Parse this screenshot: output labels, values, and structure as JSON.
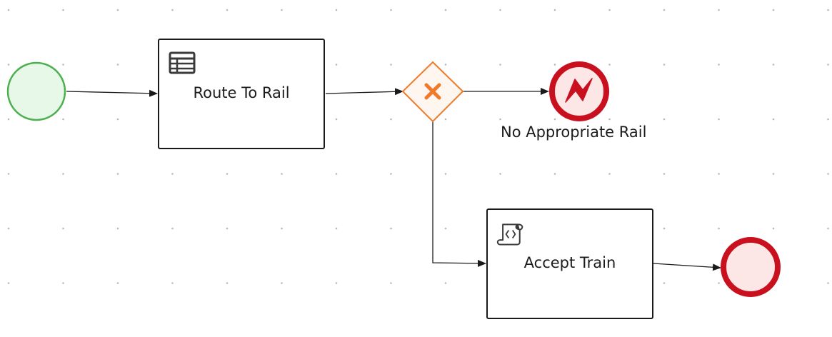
{
  "tasks": {
    "route": {
      "label": "Route To Rail",
      "icon": "decision-table-icon"
    },
    "accept": {
      "label": "Accept Train",
      "icon": "script-icon"
    }
  },
  "gateway": {
    "icon": "exclusive-gateway-x-icon"
  },
  "events": {
    "start": {
      "icon": "start-event-circle"
    },
    "error_end": {
      "label": "No Appropriate Rail",
      "icon": "error-lightning-icon"
    },
    "end": {
      "icon": "end-event-circle"
    }
  },
  "colors": {
    "start_fill": "#e8f8e8",
    "start_stroke": "#4caf50",
    "end_fill": "#fde6e6",
    "end_stroke": "#c8101e",
    "gateway_fill": "#fff6ef",
    "gateway_stroke": "#f07a2a",
    "grid_dot": "#b9b9b9",
    "flow_line": "#1a1a1a"
  }
}
